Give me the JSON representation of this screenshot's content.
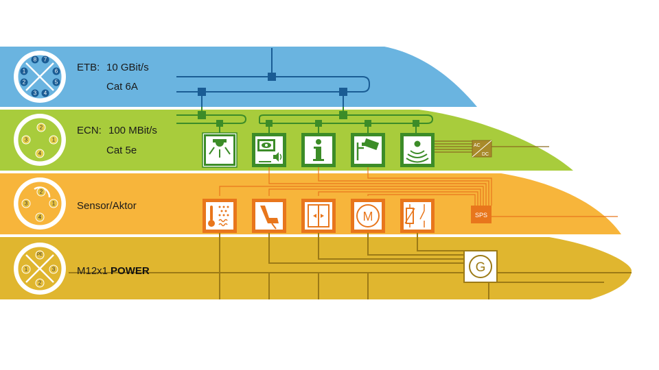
{
  "colors": {
    "etb_band": "#6ab4e0",
    "etb_line": "#1a5c94",
    "ecn_band": "#a8cc3c",
    "ecn_line": "#3c8c28",
    "sensor_band": "#f7b53b",
    "sensor_line": "#e8761c",
    "power_band": "#e0b62f",
    "power_line": "#9c7a16"
  },
  "layers": {
    "etb": {
      "name": "ETB:",
      "speed": "10 GBit/s",
      "cable": "Cat 6A",
      "pins": [
        "8",
        "7",
        "1",
        "6",
        "2",
        "5",
        "3",
        "4"
      ]
    },
    "ecn": {
      "name": "ECN:",
      "speed": "100 MBit/s",
      "cable": "Cat 5e",
      "pins": [
        "2",
        "3",
        "1",
        "4"
      ]
    },
    "sensor": {
      "name": "Sensor/Aktor",
      "pins": [
        "2",
        "3",
        "1",
        "4"
      ]
    },
    "power": {
      "prefix": "M12x1",
      "name": "POWER",
      "pins": [
        "PE",
        "1",
        "2",
        "3"
      ]
    }
  },
  "ecn_devices": [
    "lighting-icon",
    "passenger-display-icon",
    "information-icon",
    "camera-icon",
    "signal-sensor-icon"
  ],
  "sensor_devices": [
    "climate-sensor-icon",
    "seat-icon",
    "door-icon",
    "motor-icon",
    "switch-icon"
  ],
  "modules": {
    "acdc": {
      "top": "AC",
      "bottom": "DC"
    },
    "sps": "SPS",
    "generator": "G",
    "motor": "M"
  }
}
